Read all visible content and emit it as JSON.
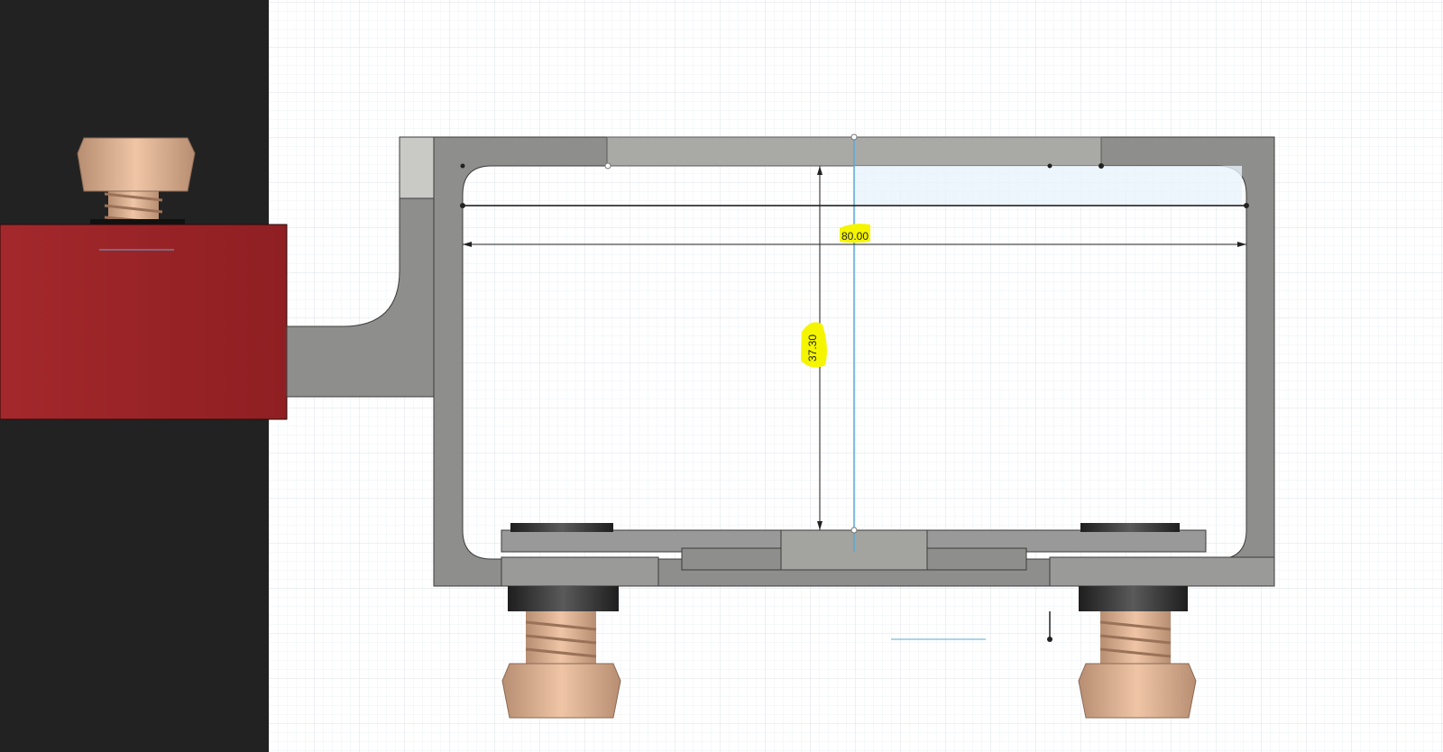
{
  "viewport": {
    "dimensions": [
      {
        "id": "width",
        "value": "80.00",
        "orientation": "horizontal"
      },
      {
        "id": "height",
        "value": "37.30",
        "orientation": "vertical"
      }
    ]
  },
  "colors": {
    "background_dark": "#222222",
    "grid_minor": "#eef1f4",
    "grid_major": "#dde2e8",
    "body_red": "#9e2428",
    "frame_gray": "#8e8e8c",
    "frame_edge": "#3c3c3c",
    "screw_tan": "#dcae8e",
    "highlight": "#f5f500",
    "construction_blue": "#5aa9d6"
  }
}
